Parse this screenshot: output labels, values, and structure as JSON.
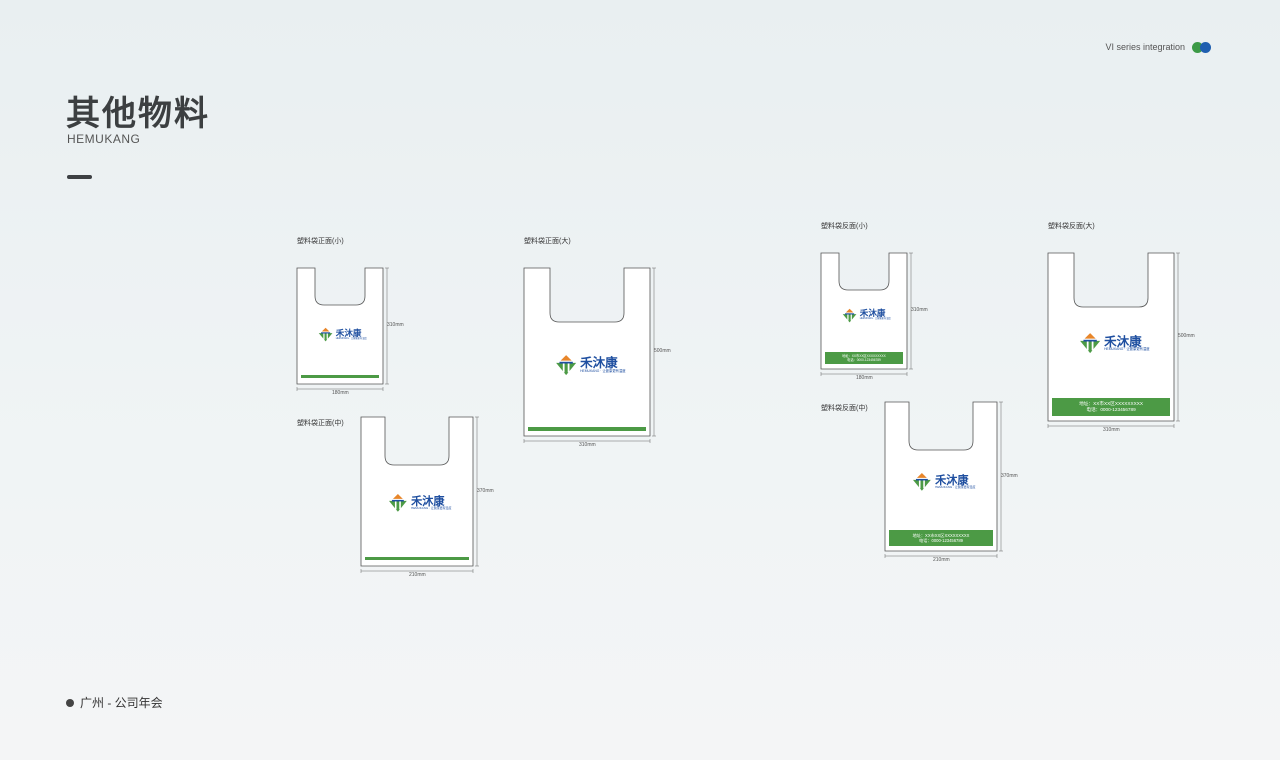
{
  "header": {
    "series_text": "VI series integration",
    "title": "其他物料",
    "subtitle": "HEMUKANG"
  },
  "footer": {
    "text": "广州 - 公司年会"
  },
  "brand": {
    "name": "禾沐康",
    "tagline": "HEMUKANG · 让健康更有温度",
    "colors": {
      "green": "#4c9a45",
      "blue": "#1f4fa0",
      "orange": "#e8862a"
    }
  },
  "bags": {
    "front_small": {
      "label": "塑料袋正面(小)",
      "width": "180mm",
      "height": "310mm"
    },
    "front_medium": {
      "label": "塑料袋正面(中)",
      "width": "210mm",
      "height": "370mm"
    },
    "front_large": {
      "label": "塑料袋正面(大)",
      "width": "310mm",
      "height": "500mm"
    },
    "back_small": {
      "label": "塑料袋反面(小)",
      "width": "180mm",
      "height": "310mm",
      "address": "地址：XX市XX区XXXXXXXXX",
      "phone": "电话：0000-123456789"
    },
    "back_medium": {
      "label": "塑料袋反面(中)",
      "width": "210mm",
      "height": "370mm",
      "address": "地址：XX市XX区XXXXXXXXX",
      "phone": "电话：0000-123456789"
    },
    "back_large": {
      "label": "塑料袋反面(大)",
      "width": "310mm",
      "height": "500mm",
      "address": "地址：XX市XX区XXXXXXXXX",
      "phone": "电话：0000-123456789"
    }
  }
}
